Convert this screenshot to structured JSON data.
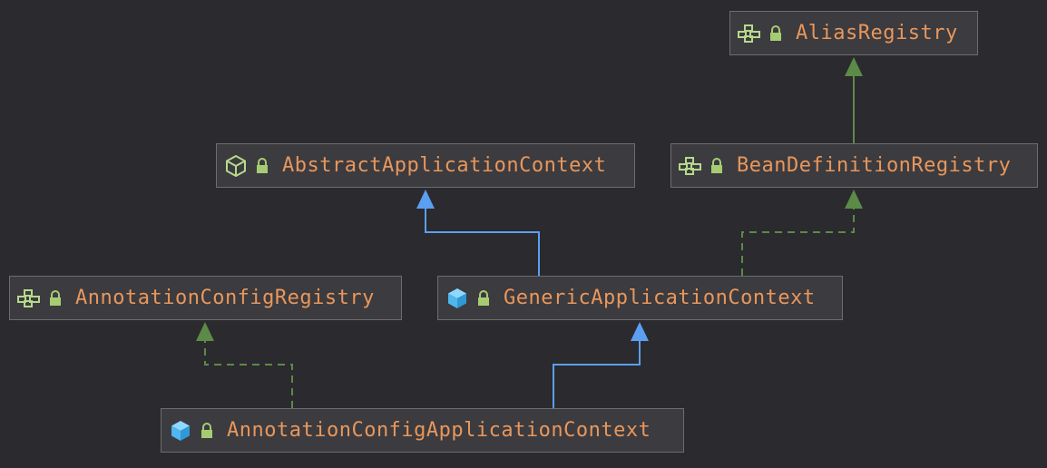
{
  "diagram": {
    "nodes": [
      {
        "id": "alias-registry",
        "label": "AliasRegistry",
        "kind": "interface"
      },
      {
        "id": "abstract-application-context",
        "label": "AbstractApplicationContext",
        "kind": "abstract-class"
      },
      {
        "id": "bean-definition-registry",
        "label": "BeanDefinitionRegistry",
        "kind": "interface"
      },
      {
        "id": "annotation-config-registry",
        "label": "AnnotationConfigRegistry",
        "kind": "interface"
      },
      {
        "id": "generic-application-context",
        "label": "GenericApplicationContext",
        "kind": "class"
      },
      {
        "id": "annotation-config-application-context",
        "label": "AnnotationConfigApplicationContext",
        "kind": "class"
      }
    ],
    "edges": [
      {
        "from": "bean-definition-registry",
        "to": "alias-registry",
        "type": "extends-interface"
      },
      {
        "from": "generic-application-context",
        "to": "abstract-application-context",
        "type": "extends"
      },
      {
        "from": "generic-application-context",
        "to": "bean-definition-registry",
        "type": "implements"
      },
      {
        "from": "annotation-config-application-context",
        "to": "generic-application-context",
        "type": "extends"
      },
      {
        "from": "annotation-config-application-context",
        "to": "annotation-config-registry",
        "type": "implements"
      }
    ]
  },
  "colors": {
    "background": "#2b2a2e",
    "node_fill": "#3c3b3f",
    "node_border": "#6d6d6f",
    "label_text": "#e8975c",
    "extends_edge": "#5b9ff2",
    "implements_edge": "#5c8a47",
    "interface_icon": "#b6d98b",
    "class_icon": "#4fb7ee",
    "lock_icon": "#a6cc72"
  },
  "icons": {
    "interface": "interface-icon",
    "abstract-class": "abstract-class-icon",
    "class": "class-icon",
    "lock": "lock-icon"
  }
}
